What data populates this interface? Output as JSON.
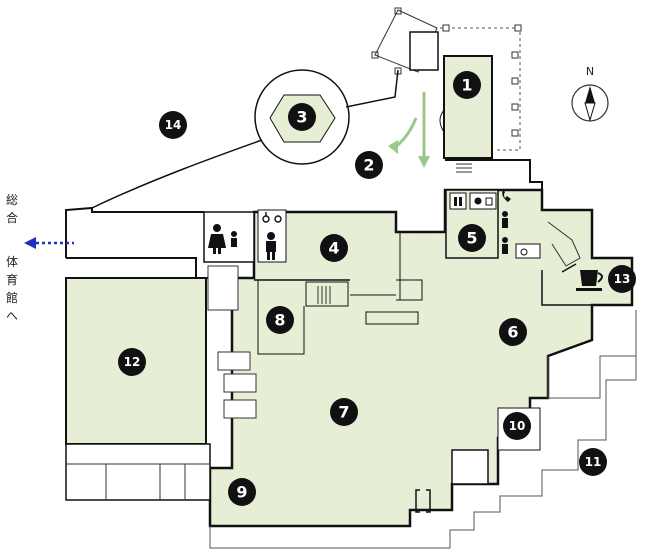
{
  "colors": {
    "floor": "#e6efd6",
    "wall": "#1a1a1a",
    "marker": "#111111",
    "route_arrow": "#9cc98a",
    "exit_arrow": "#1c2fbf"
  },
  "markers": [
    {
      "id": "1",
      "label": "1"
    },
    {
      "id": "2",
      "label": "2"
    },
    {
      "id": "3",
      "label": "3"
    },
    {
      "id": "4",
      "label": "4"
    },
    {
      "id": "5",
      "label": "5"
    },
    {
      "id": "6",
      "label": "6"
    },
    {
      "id": "7",
      "label": "7"
    },
    {
      "id": "8",
      "label": "8"
    },
    {
      "id": "9",
      "label": "9"
    },
    {
      "id": "10",
      "label": "10"
    },
    {
      "id": "11",
      "label": "11"
    },
    {
      "id": "12",
      "label": "12"
    },
    {
      "id": "13",
      "label": "13"
    },
    {
      "id": "14",
      "label": "14"
    }
  ],
  "exit_label_chars": [
    "総",
    "合",
    "体",
    "育",
    "館",
    "へ"
  ],
  "compass": {
    "north_label": "N"
  },
  "icons": [
    "toilet-icon",
    "wheelchair-icon",
    "baby-care-icon",
    "male-icon",
    "female-icon",
    "elevator-icon",
    "phone-icon",
    "cafe-cup-icon",
    "stairs-icon",
    "compass-icon"
  ]
}
